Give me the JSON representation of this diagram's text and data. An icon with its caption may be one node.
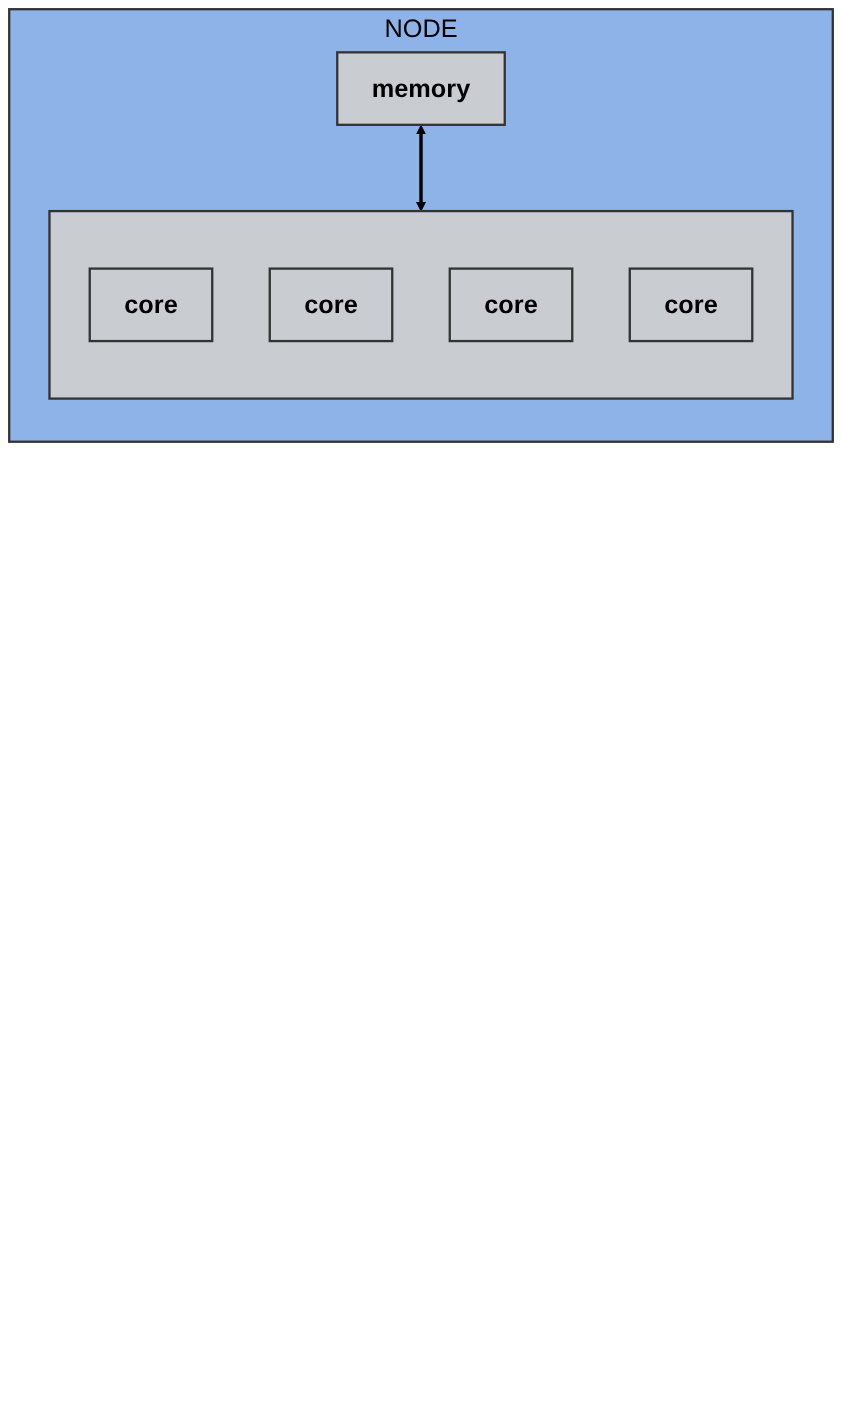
{
  "diagram": {
    "nodes": [
      {
        "text": [
          "NODE"
        ]
      },
      {
        "text": [
          "memory"
        ],
        "in": 0
      },
      {
        "text": [],
        "shape": "box",
        "in": 0
      },
      {
        "text": [
          "core"
        ],
        "in": 2
      },
      {
        "text": [
          "core"
        ],
        "in": 2
      },
      {
        "text": [
          "core"
        ],
        "in": 2
      },
      {
        "text": [
          "core"
        ],
        "in": 2
      }
    ],
    "edges": [
      {
        "from": 1,
        "to": 2,
        "arrow": "both"
      }
    ]
  }
}
